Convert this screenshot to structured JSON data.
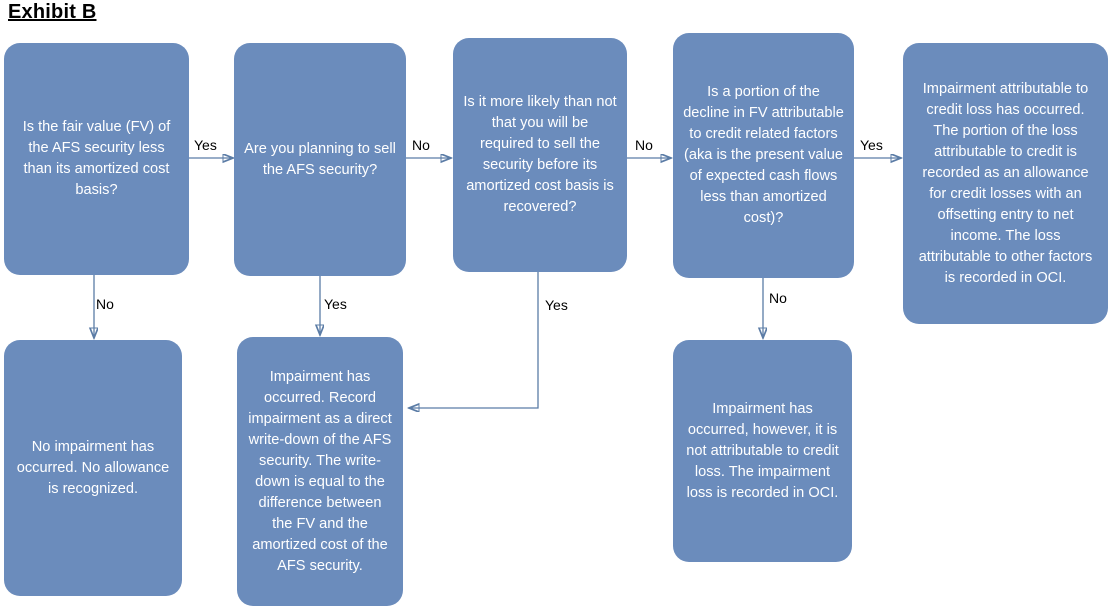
{
  "title": "Exhibit B",
  "theme": {
    "node_fill": "#6b8cbc",
    "node_text": "#ffffff",
    "arrow_color": "#5b7ca6",
    "background": "#ffffff",
    "label_text": "#000000"
  },
  "nodes": [
    {
      "id": "q1",
      "text": "Is the fair value (FV) of the AFS security less than its amortized cost basis?"
    },
    {
      "id": "q2",
      "text": "Are you planning to sell the AFS security?"
    },
    {
      "id": "q3",
      "text": "Is it more likely than not that you will be required to sell the security before its amortized cost basis is recovered?"
    },
    {
      "id": "q4",
      "text": "Is a portion of the decline in FV attributable to credit related factors (aka is the present value of expected cash flows less than amortized cost)?"
    },
    {
      "id": "r-credit-loss",
      "text": "Impairment attributable to credit loss has occurred. The portion of the loss attributable to credit is recorded as an allowance for credit losses with an offsetting entry to net income. The loss attributable to other factors is recorded in OCI."
    },
    {
      "id": "r-no-impairment",
      "text": "No impairment has occurred. No allowance is recognized."
    },
    {
      "id": "r-writedown",
      "text": "Impairment has occurred. Record impairment as a direct write-down of the AFS security. The write-down is equal to the difference between the FV and the amortized cost of the AFS security."
    },
    {
      "id": "r-oci",
      "text": "Impairment has occurred, however, it is not attributable to credit loss. The impairment loss is recorded in OCI."
    }
  ],
  "edge_labels": [
    {
      "id": "q1-yes",
      "text": "Yes"
    },
    {
      "id": "q1-no",
      "text": "No"
    },
    {
      "id": "q2-no",
      "text": "No"
    },
    {
      "id": "q2-yes",
      "text": "Yes"
    },
    {
      "id": "q3-no",
      "text": "No"
    },
    {
      "id": "q3-yes",
      "text": "Yes"
    },
    {
      "id": "q4-yes",
      "text": "Yes"
    },
    {
      "id": "q4-no",
      "text": "No"
    }
  ]
}
